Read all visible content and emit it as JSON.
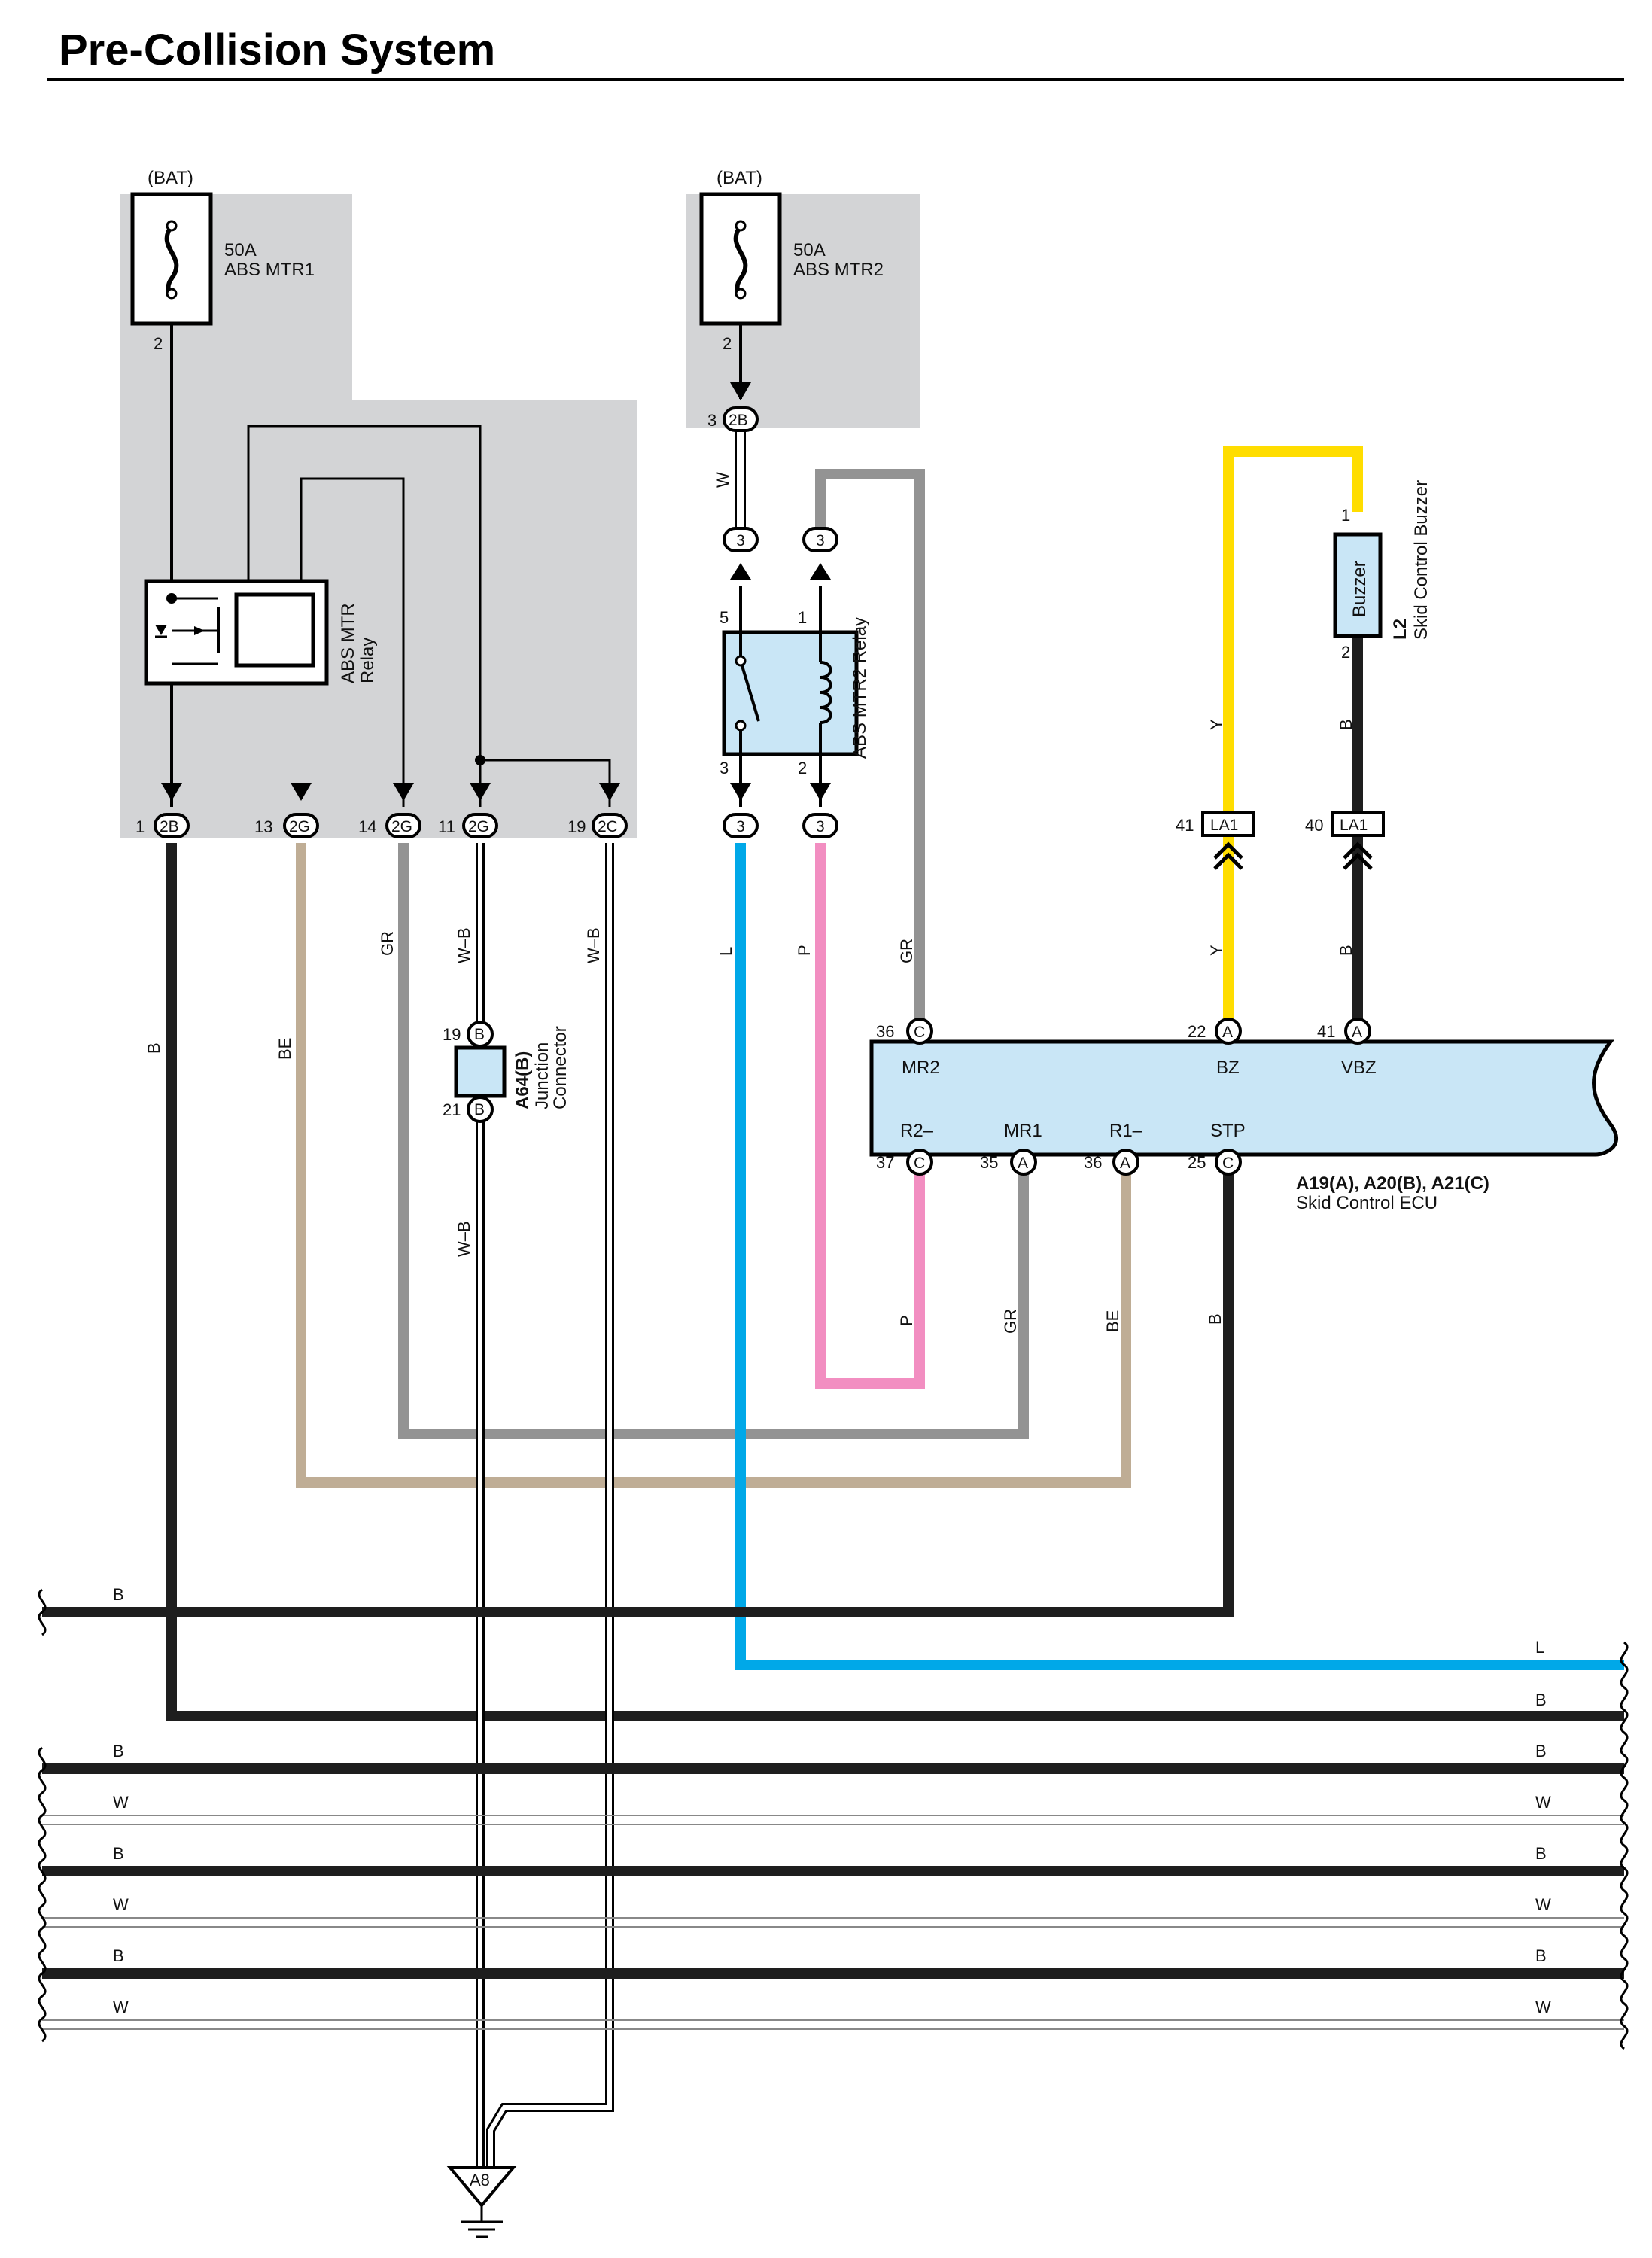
{
  "title": "Pre-Collision System",
  "colors": {
    "B": "#1e1e1e",
    "BE": "#bfad95",
    "GR": "#939393",
    "L": "#00a8e8",
    "P": "#f28ec1",
    "Y": "#ffdd00",
    "W": "#ffffff",
    "panel": "#d3d4d6",
    "component": "#c9e6f6"
  },
  "fuse1": {
    "source": "(BAT)",
    "rating": "50A",
    "name": "ABS MTR1",
    "pin": "2"
  },
  "fuse2": {
    "source": "(BAT)",
    "rating": "50A",
    "name": "ABS MTR2",
    "pin": "2"
  },
  "relay1": {
    "line1": "ABS MTR",
    "line2": "Relay"
  },
  "relay2": {
    "name": "ABS MTR2 Relay",
    "pin_5": "5",
    "pin_1": "1",
    "pin_3": "3",
    "pin_2": "2"
  },
  "buzzer": {
    "id": "L2",
    "name": "Skid Control Buzzer",
    "body": "Buzzer",
    "pin_1": "1",
    "pin_2": "2"
  },
  "junction": {
    "id": "A64(B)",
    "line1": "Junction",
    "line2": "Connector",
    "pin_top": "19",
    "pin_bottom": "21",
    "conn": "B"
  },
  "ecu": {
    "id": "A19(A), A20(B), A21(C)",
    "name": "Skid Control ECU",
    "top_pins": [
      {
        "num": "36",
        "conn": "C",
        "label": "MR2"
      },
      {
        "num": "22",
        "conn": "A",
        "label": "BZ"
      },
      {
        "num": "41",
        "conn": "A",
        "label": "VBZ"
      }
    ],
    "bottom_pins": [
      {
        "num": "37",
        "conn": "C",
        "label": "R2–"
      },
      {
        "num": "35",
        "conn": "A",
        "label": "MR1"
      },
      {
        "num": "36",
        "conn": "A",
        "label": "R1–"
      },
      {
        "num": "25",
        "conn": "C",
        "label": "STP"
      }
    ]
  },
  "panel_pins": [
    {
      "num": "1",
      "conn": "2B"
    },
    {
      "num": "13",
      "conn": "2G"
    },
    {
      "num": "14",
      "conn": "2G"
    },
    {
      "num": "11",
      "conn": "2G"
    },
    {
      "num": "19",
      "conn": "2C"
    }
  ],
  "panel2_pin": {
    "num": "3",
    "conn": "2B"
  },
  "small_conn": "3",
  "la1": [
    {
      "num": "41",
      "conn": "LA1"
    },
    {
      "num": "40",
      "conn": "LA1"
    }
  ],
  "ground": "A8",
  "wire_labels": {
    "w_top": "W",
    "gr_top": "GR",
    "y_top": "Y",
    "b_top": "B",
    "b_left": "B",
    "be_left": "BE",
    "gr_left": "GR",
    "wb_1": "W–B",
    "wb_2": "W–B",
    "wb_3": "W–B",
    "l_mid": "L",
    "p_mid": "P",
    "gr_mid": "GR",
    "y_mid": "Y",
    "b_mid": "B",
    "p_low": "P",
    "gr_low": "GR",
    "be_low": "BE",
    "b_low": "B"
  },
  "bus": [
    {
      "left": "B",
      "right": ""
    },
    {
      "left": "",
      "right": "L"
    },
    {
      "left": "",
      "right": "B"
    },
    {
      "left": "B",
      "right": "B"
    },
    {
      "left": "W",
      "right": "W"
    },
    {
      "left": "B",
      "right": "B"
    },
    {
      "left": "W",
      "right": "W"
    },
    {
      "left": "B",
      "right": "B"
    },
    {
      "left": "W",
      "right": "W"
    }
  ]
}
